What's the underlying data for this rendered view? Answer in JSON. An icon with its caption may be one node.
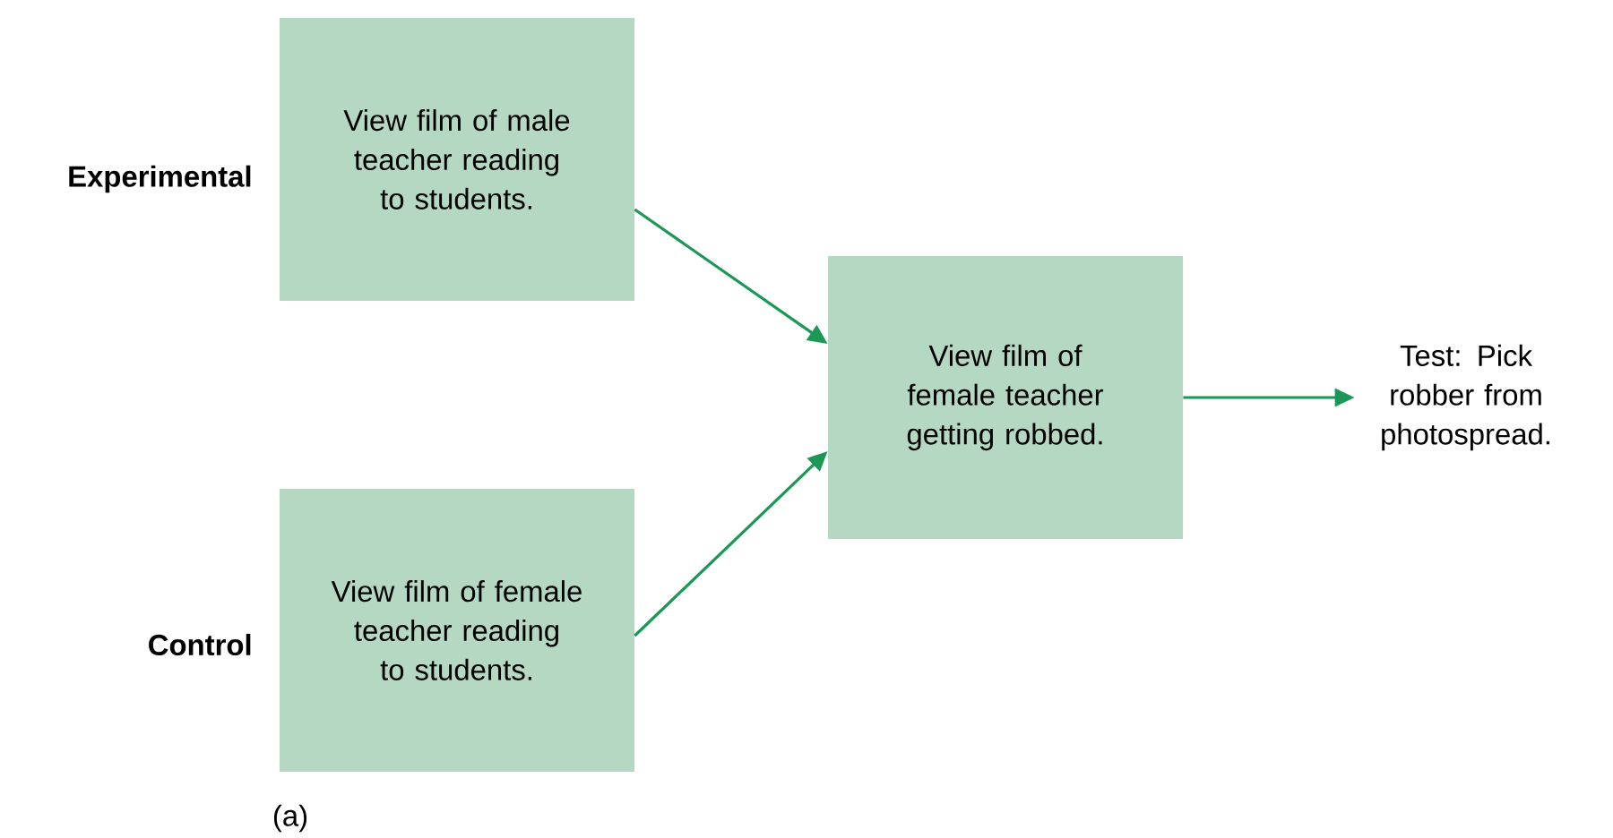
{
  "diagram": {
    "nodes": [
      {
        "text": [
          "View film of male teacher reading to students."
        ],
        "beside": [
          "Experimental"
        ]
      },
      {
        "text": [
          "View film of female teacher reading to students."
        ],
        "beside": [
          "Control"
        ]
      },
      {
        "text": [
          "View film of female teacher getting robbed."
        ]
      },
      {
        "text": [
          "Test: Pick robber from photospread."
        ]
      }
    ],
    "edges": [
      {
        "from": 0,
        "to": 2,
        "arrow": "to"
      },
      {
        "from": 1,
        "to": 2,
        "arrow": "to"
      },
      {
        "from": 2,
        "to": 3,
        "arrow": "to"
      }
    ],
    "labels": [
      "(a)"
    ]
  }
}
